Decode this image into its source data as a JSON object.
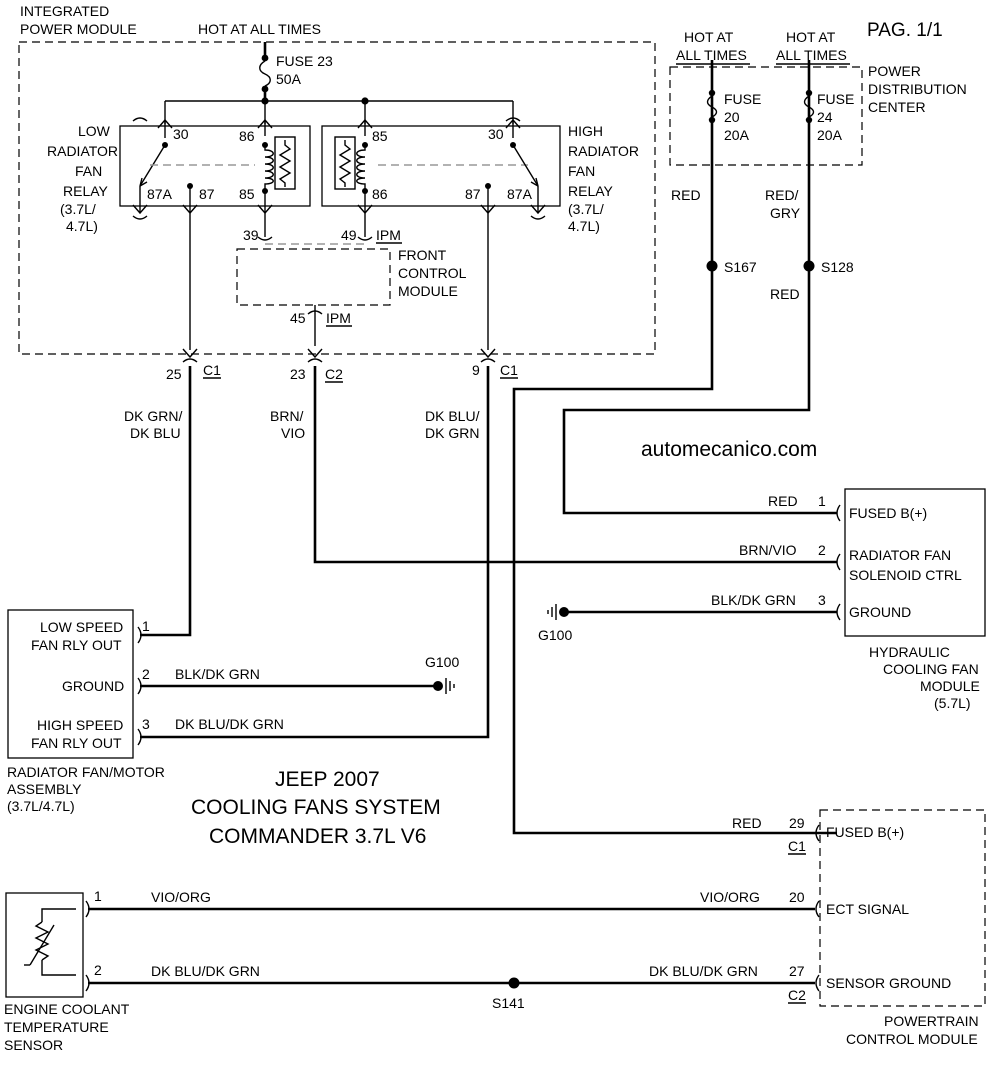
{
  "page": {
    "label": "PAG. 1/1"
  },
  "watermark": "automecanico.com",
  "title": {
    "line1": "JEEP 2007",
    "line2": "COOLING FANS SYSTEM",
    "line3": "COMMANDER 3.7L V6"
  },
  "ipm": {
    "name_line1": "INTEGRATED",
    "name_line2": "POWER MODULE",
    "hot": "HOT AT ALL TIMES",
    "fuse_name": "FUSE 23",
    "fuse_rating": "50A"
  },
  "low_relay": {
    "name": [
      "LOW",
      "RADIATOR",
      "FAN",
      "RELAY",
      "(3.7L/",
      "4.7L)"
    ],
    "pins": {
      "p30": "30",
      "p86": "86",
      "p85": "85",
      "p87a": "87A",
      "p87": "87"
    }
  },
  "high_relay": {
    "name": [
      "HIGH",
      "RADIATOR",
      "FAN",
      "RELAY",
      "(3.7L/",
      "4.7L)"
    ],
    "pins": {
      "p85": "85",
      "p86": "86",
      "p30": "30",
      "p87": "87",
      "p87a": "87A"
    }
  },
  "fcm": {
    "name": [
      "FRONT",
      "CONTROL",
      "MODULE"
    ],
    "pin_39": "39",
    "pin_49": "49",
    "pin_45": "45",
    "ipm_tag_1": "IPM",
    "ipm_tag_2": "IPM"
  },
  "ipm_connectors": {
    "c25": {
      "pin": "25",
      "conn": "C1",
      "wire_l1": "DK GRN/",
      "wire_l2": "DK BLU"
    },
    "c23": {
      "pin": "23",
      "conn": "C2",
      "wire_l1": "BRN/",
      "wire_l2": "VIO"
    },
    "c9": {
      "pin": "9",
      "conn": "C1",
      "wire_l1": "DK BLU/",
      "wire_l2": "DK GRN"
    }
  },
  "pdc": {
    "hot1_l1": "HOT AT",
    "hot1_l2": "ALL TIMES",
    "hot2_l1": "HOT AT",
    "hot2_l2": "ALL TIMES",
    "name": [
      "POWER",
      "DISTRIBUTION",
      "CENTER"
    ],
    "fuse20": [
      "FUSE",
      "20",
      "20A"
    ],
    "fuse24": [
      "FUSE",
      "24",
      "20A"
    ],
    "wire_red": "RED",
    "wire_redgry_l1": "RED/",
    "wire_redgry_l2": "GRY",
    "splice_s167": "S167",
    "splice_s128": "S128",
    "wire_after_s128": "RED"
  },
  "hydraulic": {
    "pins": [
      {
        "pin": "1",
        "wire": "RED",
        "label_l1": "FUSED B(+)",
        "label_l2": ""
      },
      {
        "pin": "2",
        "wire": "BRN/VIO",
        "label_l1": "RADIATOR FAN",
        "label_l2": "SOLENOID CTRL"
      },
      {
        "pin": "3",
        "wire": "BLK/DK GRN",
        "label_l1": "GROUND",
        "label_l2": ""
      }
    ],
    "ground": "G100",
    "name": [
      "HYDRAULIC",
      "COOLING FAN",
      "MODULE",
      "(5.7L)"
    ]
  },
  "motor": {
    "pins": [
      {
        "pin": "1",
        "label_l1": "LOW SPEED",
        "label_l2": "FAN RLY OUT",
        "wire": ""
      },
      {
        "pin": "2",
        "label_l1": "GROUND",
        "label_l2": "",
        "wire": "BLK/DK GRN"
      },
      {
        "pin": "3",
        "label_l1": "HIGH SPEED",
        "label_l2": "FAN RLY OUT",
        "wire": "DK BLU/DK GRN"
      }
    ],
    "ground": "G100",
    "name": [
      "RADIATOR FAN/MOTOR",
      "ASSEMBLY",
      "(3.7L/4.7L)"
    ]
  },
  "ect": {
    "name": [
      "ENGINE COOLANT",
      "TEMPERATURE",
      "SENSOR"
    ],
    "pin1": "1",
    "pin2": "2",
    "wire1": "VIO/ORG",
    "wire2": "DK BLU/DK GRN",
    "splice": "S141"
  },
  "pcm": {
    "pins": [
      {
        "pin": "29",
        "wire": "RED",
        "label": "FUSED B(+)",
        "conn": "C1"
      },
      {
        "pin": "20",
        "wire": "VIO/ORG",
        "label": "ECT SIGNAL",
        "conn": ""
      },
      {
        "pin": "27",
        "wire": "DK BLU/DK GRN",
        "label": "SENSOR GROUND",
        "conn": "C2"
      }
    ],
    "name": [
      "POWERTRAIN",
      "CONTROL MODULE"
    ]
  }
}
